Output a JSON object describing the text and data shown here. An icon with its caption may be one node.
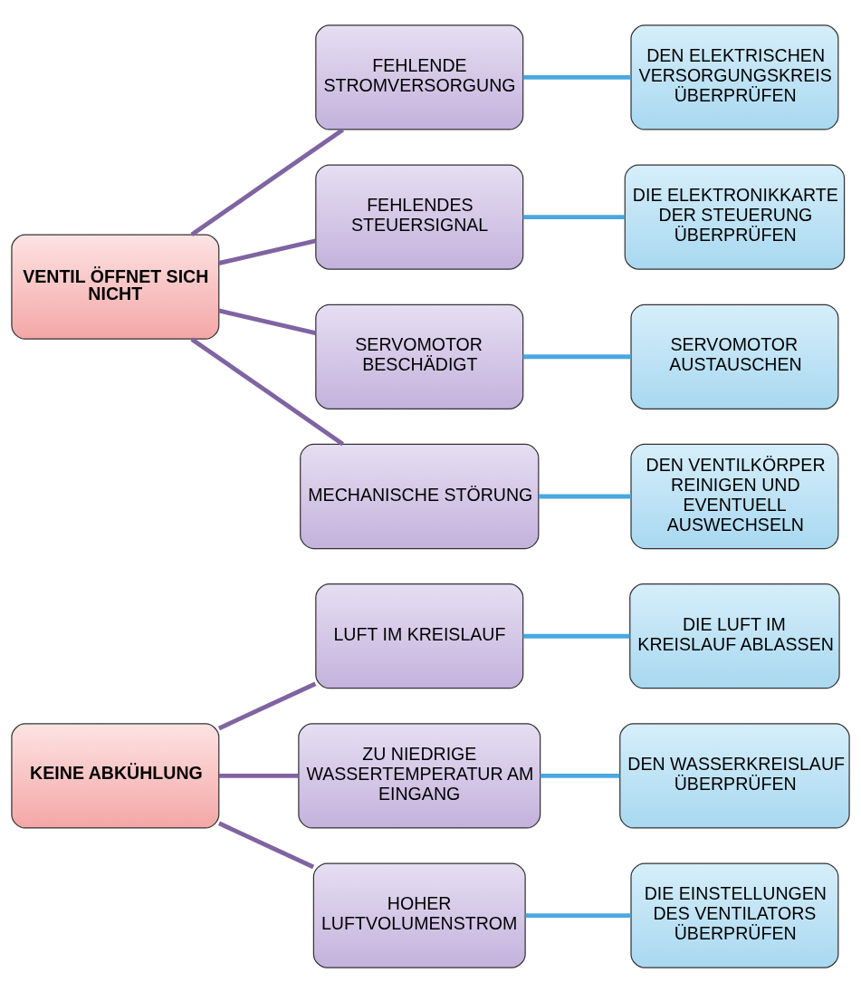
{
  "diagram": {
    "nodes": [
      {
        "text": [
          "KEINE ABKÜHLUNG"
        ]
      },
      {
        "text": [
          "LUFT IM KREISLAUF"
        ]
      },
      {
        "text": [
          "DIE LUFT IM KREISLAUF ABLASSEN"
        ]
      },
      {
        "text": [
          "ZU NIEDRIGE WASSERTEMPERATUR AM EINGANG"
        ]
      },
      {
        "text": [
          "DEN WASSERKREISLAUF ÜBERPRÜFEN"
        ]
      },
      {
        "text": [
          "HOHER LUFTVOLUMENSTROM"
        ]
      },
      {
        "text": [
          "DIE EINSTELLUNGEN DES VENTILATORS ÜBERPRÜFEN"
        ]
      },
      {
        "text": [
          "VENTIL ÖFFNET SICH NICHT"
        ]
      },
      {
        "text": [
          "FEHLENDE STROMVERSORGUNG"
        ]
      },
      {
        "text": [
          "DEN ELEKTRISCHEN VERSORGUNGSKREIS ÜBERPRÜFEN"
        ]
      },
      {
        "text": [
          "FEHLENDES STEUERSIGNAL"
        ]
      },
      {
        "text": [
          "DIE ELEKTRONIKKARTE DER STEUERUNG ÜBERPRÜFEN"
        ]
      },
      {
        "text": [
          "SERVOMOTOR BESCHÄDIGT"
        ]
      },
      {
        "text": [
          "SERVOMOTOR AUSTAUSCHEN"
        ]
      },
      {
        "text": [
          "MECHANISCHE STÖRUNG"
        ]
      },
      {
        "text": [
          "DEN VENTILKÖRPER REINIGEN UND EVENTUELL AUSWECHSELN"
        ]
      }
    ],
    "edges": [
      {
        "from": 0,
        "to": 1,
        "arrow": "none",
        "color": "#8064a2"
      },
      {
        "from": 0,
        "to": 3,
        "arrow": "none",
        "color": "#8064a2"
      },
      {
        "from": 0,
        "to": 5,
        "arrow": "none",
        "color": "#8064a2"
      },
      {
        "from": 1,
        "to": 2,
        "arrow": "none",
        "color": "#4aa8e0"
      },
      {
        "from": 3,
        "to": 4,
        "arrow": "none",
        "color": "#4aa8e0"
      },
      {
        "from": 5,
        "to": 6,
        "arrow": "none",
        "color": "#4aa8e0"
      },
      {
        "from": 7,
        "to": 8,
        "arrow": "none",
        "color": "#8064a2"
      },
      {
        "from": 7,
        "to": 10,
        "arrow": "none",
        "color": "#8064a2"
      },
      {
        "from": 7,
        "to": 12,
        "arrow": "none",
        "color": "#8064a2"
      },
      {
        "from": 7,
        "to": 14,
        "arrow": "none",
        "color": "#8064a2"
      },
      {
        "from": 8,
        "to": 9,
        "arrow": "none",
        "color": "#4aa8e0"
      },
      {
        "from": 10,
        "to": 11,
        "arrow": "none",
        "color": "#4aa8e0"
      },
      {
        "from": 12,
        "to": 13,
        "arrow": "none",
        "color": "#4aa8e0"
      },
      {
        "from": 14,
        "to": 15,
        "arrow": "none",
        "color": "#4aa8e0"
      }
    ]
  }
}
